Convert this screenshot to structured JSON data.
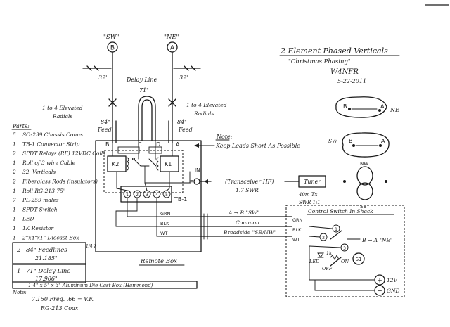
{
  "title": {
    "main": "2 Element Phased Verticals",
    "subtitle": "\"Christmas Phasing\"",
    "callsign": "W4NFR",
    "date": "5-22-2011"
  },
  "antennas": {
    "sw": {
      "label": "\"SW\"",
      "letter": "B",
      "length": "32'"
    },
    "ne": {
      "label": "\"NE\"",
      "letter": "A",
      "length": "32'"
    }
  },
  "radials_left": {
    "line1": "1 to 4 Elevated",
    "line2": "Radials"
  },
  "radials_right": {
    "line1": "1 to 4 Elevated",
    "line2": "Radials"
  },
  "delay_line": {
    "label": "Delay Line",
    "length": "71\""
  },
  "feeds": {
    "left": {
      "length": "84\"",
      "label": "Feed"
    },
    "right": {
      "length": "84\"",
      "label": "Feed"
    }
  },
  "note_leads": {
    "note": "Note:",
    "text": "Keep Leads Short As Possible"
  },
  "parts": {
    "heading": "Parts:",
    "items": [
      {
        "qty": "5",
        "text": "SO-239 Chassis Conns"
      },
      {
        "qty": "1",
        "text": "TB-1 Connector Strip"
      },
      {
        "qty": "2",
        "text": "SPDT Relays (RF) 12VDC Coils"
      },
      {
        "qty": "1",
        "text": "Roll of 3 wire Cable"
      },
      {
        "qty": "2",
        "text": "32' Verticals"
      },
      {
        "qty": "2",
        "text": "Fiberglass Rods (insulators)"
      },
      {
        "qty": "1",
        "text": "Roll RG-213 75'"
      },
      {
        "qty": "7",
        "text": "PL-259 males"
      },
      {
        "qty": "1",
        "text": "SPDT Switch"
      },
      {
        "qty": "1",
        "text": "LED"
      },
      {
        "qty": "1",
        "text": "1K Resistor"
      },
      {
        "qty": "1",
        "text": "2\"x4\"x1\" Diecast Box"
      }
    ],
    "boxed": [
      {
        "qty": "2",
        "text": "84\" Feedlines",
        "sub": "21.185\"",
        "mark": "1/4 λ"
      },
      {
        "qty": "1",
        "text": "71\" Delay Line",
        "sub": "17.906\""
      }
    ],
    "extra": "1  4\" x 5\" x 3\" Aluminum Die Cast Box (Hammond)",
    "note": "Note:",
    "note_lines": [
      "7.150 Freq. .66 = V.F.",
      "RG-213 Coax"
    ]
  },
  "remote_box": {
    "label": "Remote Box",
    "connectors": {
      "b": "B",
      "c": "C",
      "d": "D",
      "a": "A",
      "e": "E",
      "in": "IN"
    },
    "relays": {
      "k2": "K2",
      "k1": "K1"
    },
    "terminal_strip": "TB-1",
    "terminals": [
      "1",
      "2",
      "3",
      "4",
      "5"
    ]
  },
  "transceiver": {
    "label": "(Transceiver HF)",
    "swr": "1.7 SWR",
    "tuner": "Tuner"
  },
  "swr_note": {
    "line1": "40m Tx",
    "line2": "SWR 1:1"
  },
  "cable": {
    "grn": "GRN",
    "blk": "BLK",
    "wt": "WT",
    "line_grn": "A → B \"SW\"",
    "line_blk": "Common",
    "line_wt": "Broadside \"SE/NW\""
  },
  "control_switch": {
    "label": "Control Switch In Shack",
    "grn": "GRN",
    "blk": "BLK",
    "wt": "WT",
    "pos1": "1",
    "pos2": "2",
    "pos3": "3",
    "out": "B → A \"NE\"",
    "led": "LED",
    "resistor": "1k",
    "off": "OFF",
    "on": "ON",
    "switch": "S1",
    "plus": "+",
    "plus_label": "12V",
    "minus": "−",
    "minus_label": "GND"
  },
  "patterns": {
    "ne": {
      "b": "B",
      "a": "A",
      "dir": "NE"
    },
    "sw": {
      "b": "B",
      "a": "A",
      "dir": "SW"
    },
    "broadside": {
      "nw": "NW",
      "se": "SE"
    }
  }
}
